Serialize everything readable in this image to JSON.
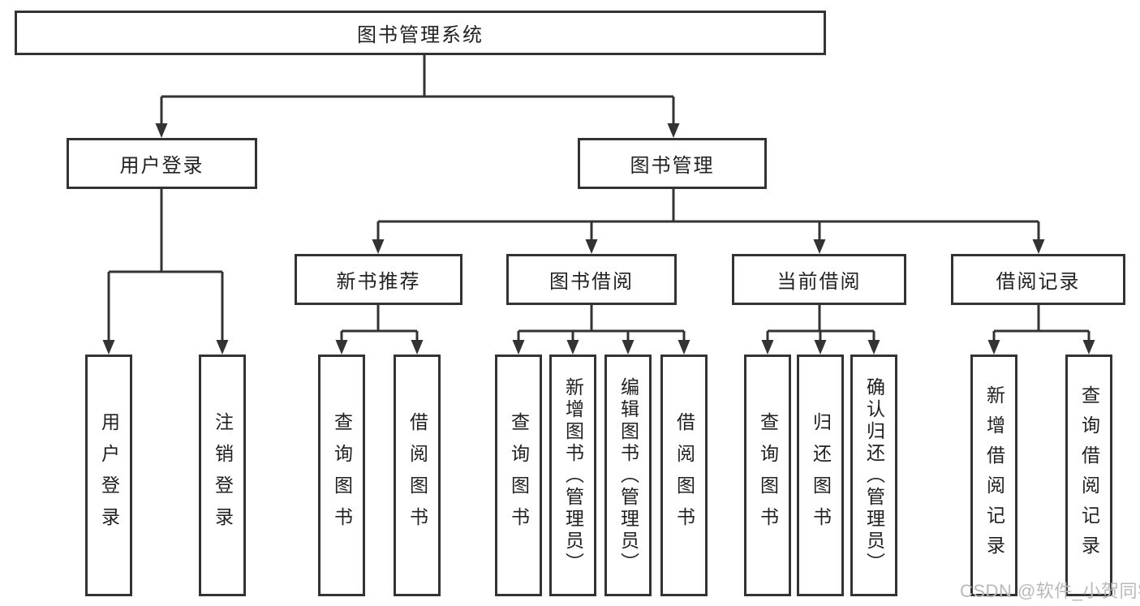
{
  "diagram": {
    "root": {
      "label": "图书管理系统"
    },
    "branches": [
      {
        "label": "用户登录",
        "children": [
          {
            "label": "用户登录"
          },
          {
            "label": "注销登录"
          }
        ]
      },
      {
        "label": "图书管理",
        "groups": [
          {
            "label": "新书推荐",
            "children": [
              {
                "label": "查询图书"
              },
              {
                "label": "借阅图书"
              }
            ]
          },
          {
            "label": "图书借阅",
            "children": [
              {
                "label": "查询图书"
              },
              {
                "label": "新增图书（管理员）"
              },
              {
                "label": "编辑图书（管理员）"
              },
              {
                "label": "借阅图书"
              }
            ]
          },
          {
            "label": "当前借阅",
            "children": [
              {
                "label": "查询图书"
              },
              {
                "label": "归还图书"
              },
              {
                "label": "确认归还（管理员）"
              }
            ]
          },
          {
            "label": "借阅记录",
            "children": [
              {
                "label": "新增借阅记录"
              },
              {
                "label": "查询借阅记录"
              }
            ]
          }
        ]
      }
    ]
  },
  "watermark": {
    "text": "CSDN @软件_小贺同学"
  },
  "colors": {
    "line": "#333333",
    "box_border": "#333333",
    "text": "#212121",
    "background": "#ffffff",
    "watermark": "#b9b9b9"
  }
}
